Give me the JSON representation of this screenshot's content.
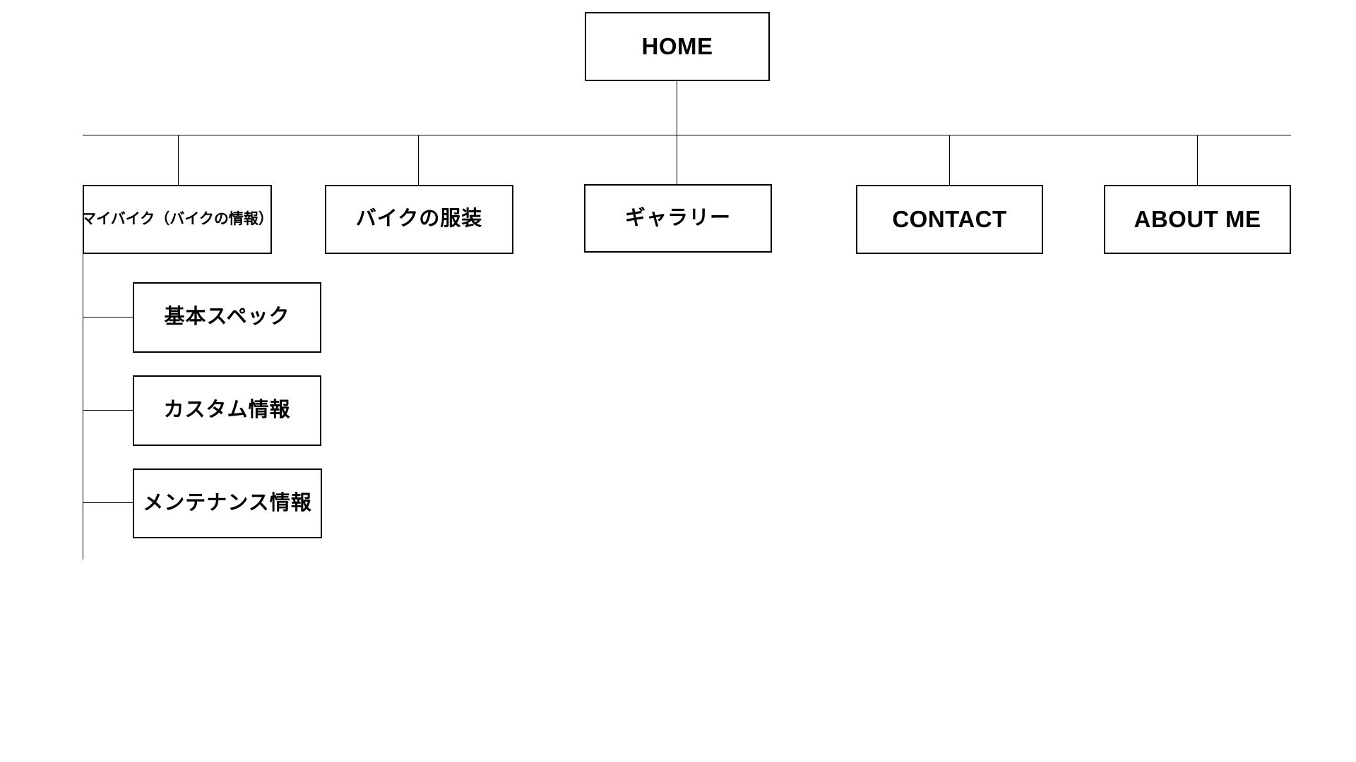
{
  "colors": {
    "background": "#ffffff",
    "box_border": "#000000",
    "text": "#000000",
    "connector": "#000000"
  },
  "sitemap": {
    "root": {
      "label": "HOME"
    },
    "children": [
      {
        "label": "マイバイク（バイクの情報）",
        "children": [
          {
            "label": "基本スペック"
          },
          {
            "label": "カスタム情報"
          },
          {
            "label": "メンテナンス情報"
          }
        ]
      },
      {
        "label": "バイクの服装"
      },
      {
        "label": "ギャラリー"
      },
      {
        "label": "CONTACT"
      },
      {
        "label": "ABOUT ME"
      }
    ]
  }
}
